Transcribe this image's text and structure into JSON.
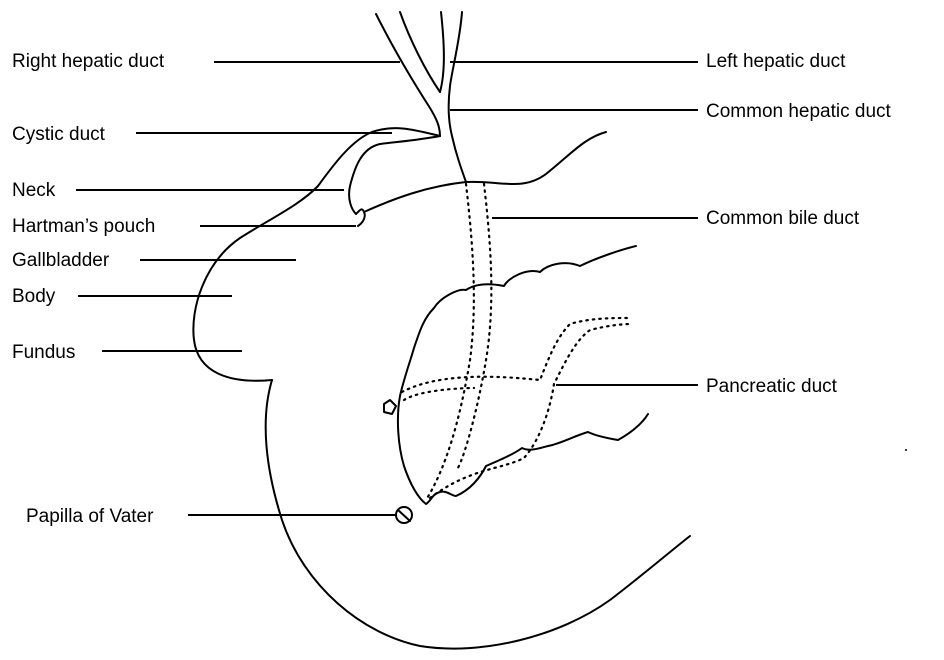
{
  "labels": {
    "right_hepatic_duct": "Right hepatic duct",
    "left_hepatic_duct": "Left hepatic duct",
    "common_hepatic_duct": "Common hepatic duct",
    "cystic_duct": "Cystic duct",
    "neck": "Neck",
    "hartmans_pouch": "Hartman’s pouch",
    "gallbladder": "Gallbladder",
    "body": "Body",
    "fundus": "Fundus",
    "common_bile_duct": "Common bile duct",
    "pancreatic_duct": "Pancreatic duct",
    "papilla_of_vater": "Papilla of Vater"
  }
}
